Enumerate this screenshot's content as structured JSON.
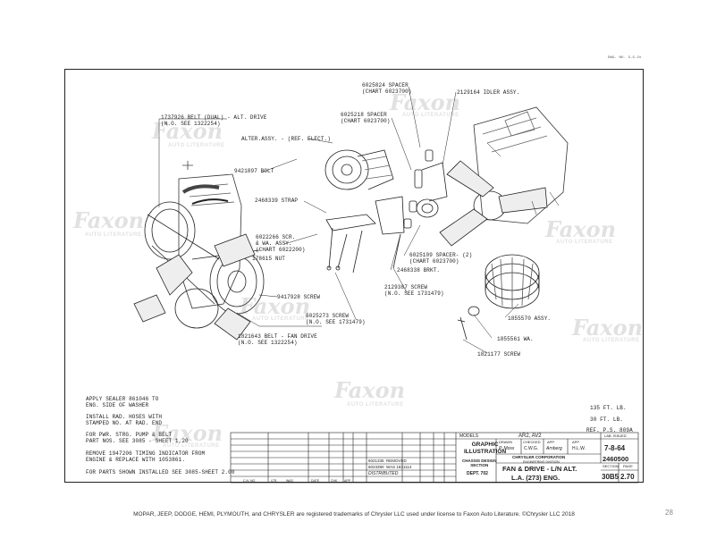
{
  "corner_code": "DWG. NO. 3-5-2x",
  "callouts": {
    "belt_dual": "1737926 BELT (DUAL) - ALT. DRIVE\n(N.O. SEE 1322254)",
    "alter_assy": "ALTER.ASSY. - (REF. ELECT.)",
    "bolt": "9421897 BOLT",
    "strap": "2468339 STRAP",
    "scr_wa": "6022266 SCR.\n& WA. ASSY.\n(CHART 6022200)",
    "nut": "178615 NUT",
    "screw1": "9417928 SCREW",
    "screw2": "6025273 SCREW\n(N.O. SEE 1731479)",
    "belt_fan": "1821643 BELT - FAN DRIVE\n(N.O. SEE 1322254)",
    "spacer1": "6025824 SPACER\n(CHART 6023700)",
    "spacer2": "6025218 SPACER\n(CHART 6023700)",
    "idler": "2129164 IDLER ASSY.",
    "spacer3": "6025109 SPACER- (2)\n(CHART 6023700)",
    "brkt": "2468338 BRKT.",
    "screw3": "2129387 SCREW\n(N.O. SEE 1731479)",
    "assy": "1855570 ASSY.",
    "wa": "1855561 WA.",
    "screw4": "1821177 SCREW"
  },
  "notes": [
    "APPLY SEALER 861046 TO\nENG. SIDE OF WASHER",
    "INSTALL RAD. HOSES WITH\nSTAMPED NO. AT RAD. END",
    "FOR PWR. STRG. PUMP & BELT\nPART NOS. SEE 3085 - SHEET 1,20",
    "REMOVE 1947206 TIMING INDICATOR FROM\nENGINE & REPLACE WITH 1053861.",
    "FOR PARTS SHOWN INSTALLED SEE 3085-SHEET 2.00"
  ],
  "torque": {
    "t1": "135 FT. LB.",
    "t2": "30 FT. LB.",
    "ref": "REF. P.S. 809A"
  },
  "title_block": {
    "models_label": "MODELS",
    "models": "AR2, AV2",
    "graphic_title": "GRAPHIC\nILLUSTRATION",
    "section": "CHASSIS DESIGN\nSECTION",
    "dept_label": "DEPT. 702",
    "drawn_label": "DRAWN",
    "checked_label": "CHECKED",
    "appr_label": "APP.",
    "appr2_label": "APP.",
    "drawn": "P. Moss",
    "checked": "C.W.G.",
    "appr": "Arnberg",
    "appr2": "H.L.W.",
    "company": "CHRYSLER CORPORATION",
    "division": "ENGINEERING DIVISION",
    "part_title": "FAN & DRIVE - L/N ALT.",
    "part_sub": "L.A. (273) ENG.",
    "issued_label": "LAB. ISSUED",
    "date": "7-8-64",
    "drawing_no": "2460500",
    "section_no": "30B5",
    "page": "2.70",
    "section_hdr": "SECTION",
    "page_hdr": "PAGE",
    "rev1": "6021335  REMOVED",
    "rev2": "6023390  WAS 1831114",
    "distributed": "DISTRIBUTED",
    "col_cno": "C.N. NO.",
    "col_ltr": "LTR.",
    "col_was": "WAS",
    "col_date": "DATE",
    "col_chk": "CHK",
    "col_app": "APP."
  },
  "watermark": {
    "brand": "Faxon",
    "sub": "AUTO LITERATURE"
  },
  "footer": "MOPAR, JEEP, DODGE, HEMI, PLYMOUTH, and CHRYSLER are registered trademarks of Chrysler LLC used under license to Faxon Auto Literature. ©Chrysler LLC 2018",
  "page_number": "28"
}
